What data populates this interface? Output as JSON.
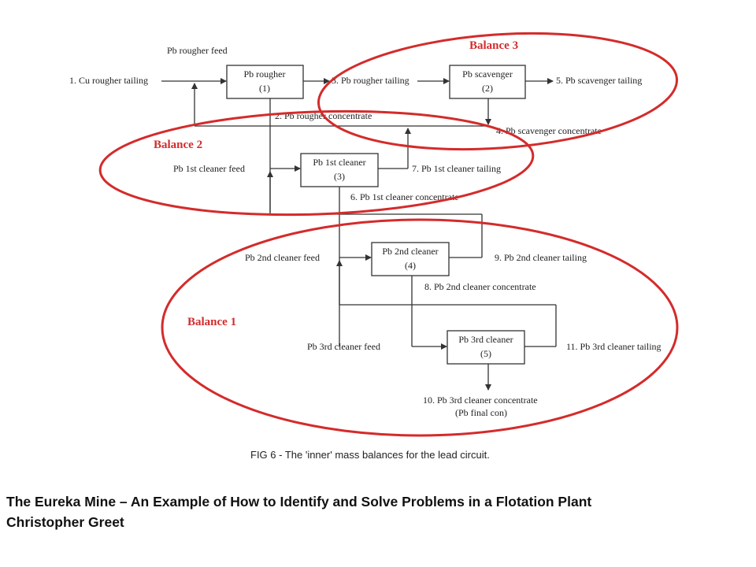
{
  "units": {
    "u1": {
      "line1": "Pb rougher",
      "line2": "(1)"
    },
    "u2": {
      "line1": "Pb scavenger",
      "line2": "(2)"
    },
    "u3": {
      "line1": "Pb 1st cleaner",
      "line2": "(3)"
    },
    "u4": {
      "line1": "Pb 2nd cleaner",
      "line2": "(4)"
    },
    "u5": {
      "line1": "Pb 3rd cleaner",
      "line2": "(5)"
    }
  },
  "streams": {
    "s1": "1. Cu rougher tailing",
    "s2": "2. Pb rougher concentrate",
    "s3": "3. Pb rougher tailing",
    "s4": "4. Pb scavenger concentrate",
    "s5": "5. Pb scavenger tailing",
    "s6": "6. Pb 1st cleaner concentrate",
    "s7": "7. Pb 1st cleaner tailing",
    "s8": "8. Pb 2nd cleaner concentrate",
    "s9": "9. Pb 2nd cleaner tailing",
    "s10_line1": "10. Pb 3rd cleaner concentrate",
    "s10_line2": "(Pb final con)",
    "s11": "11. Pb 3rd cleaner tailing"
  },
  "feeds": {
    "rougher": "Pb rougher feed",
    "cleaner1": "Pb 1st cleaner feed",
    "cleaner2": "Pb 2nd cleaner feed",
    "cleaner3": "Pb 3rd cleaner feed"
  },
  "balances": {
    "b1": "Balance 1",
    "b2": "Balance 2",
    "b3": "Balance 3"
  },
  "figure_caption": "FIG 6 - The 'inner' mass balances for the lead circuit.",
  "footer": {
    "title": "The Eureka Mine – An Example of How to Identify and Solve Problems in a Flotation Plant",
    "author": "Christopher Greet"
  },
  "colors": {
    "balance_ellipse": "#d42b2b",
    "lines": "#333333"
  }
}
